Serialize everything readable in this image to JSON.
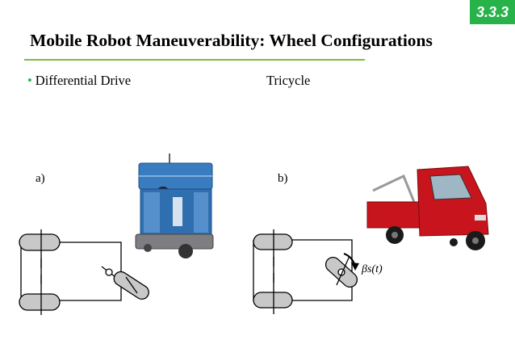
{
  "slide": {
    "number": "3.3.3",
    "title": "Mobile Robot Maneuverability: Wheel Configurations"
  },
  "content": {
    "bullet": "Differential Drive",
    "heading_right": "Tricycle",
    "label_a": "a)",
    "label_b": "b)",
    "steer_angle_label": "βs(t)"
  },
  "colors": {
    "accent_green": "#27b24a",
    "rule_green": "#7bc041",
    "wheel_gray": "#c8c8c8",
    "robot_blue": "#2f6fb0",
    "truck_red": "#c8141c"
  }
}
